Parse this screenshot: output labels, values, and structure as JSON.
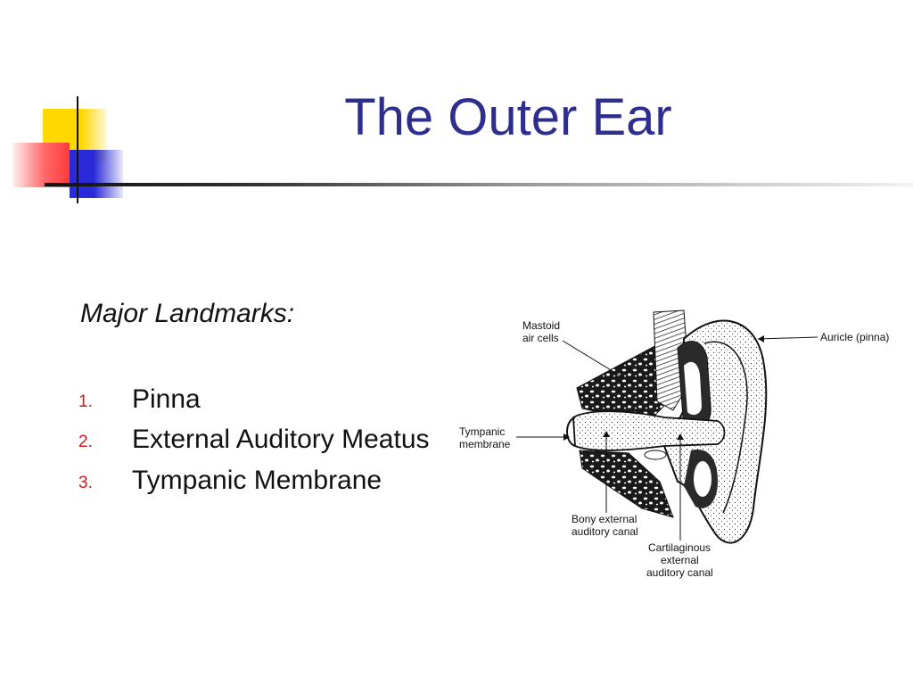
{
  "slide": {
    "title": "The Outer Ear",
    "subtitle": "Major Landmarks:",
    "items": [
      {
        "number": "1.",
        "text": "Pinna"
      },
      {
        "number": "2.",
        "text": "External Auditory Meatus"
      },
      {
        "number": "3.",
        "text": "Tympanic Membrane"
      }
    ]
  },
  "diagram": {
    "labels": {
      "mastoid_1": "Mastoid",
      "mastoid_2": "air cells",
      "auricle": "Auricle (pinna)",
      "tympanic_1": "Tympanic",
      "tympanic_2": "membrane",
      "bony_1": "Bony external",
      "bony_2": "auditory canal",
      "cart_1": "Cartilaginous",
      "cart_2": "external",
      "cart_3": "auditory canal"
    }
  },
  "colors": {
    "title": "#2e2e8f",
    "number": "#cc1b1b",
    "deco_yellow": "#ffd800",
    "deco_red": "#ff3a3a",
    "deco_blue": "#2a2ad8"
  }
}
